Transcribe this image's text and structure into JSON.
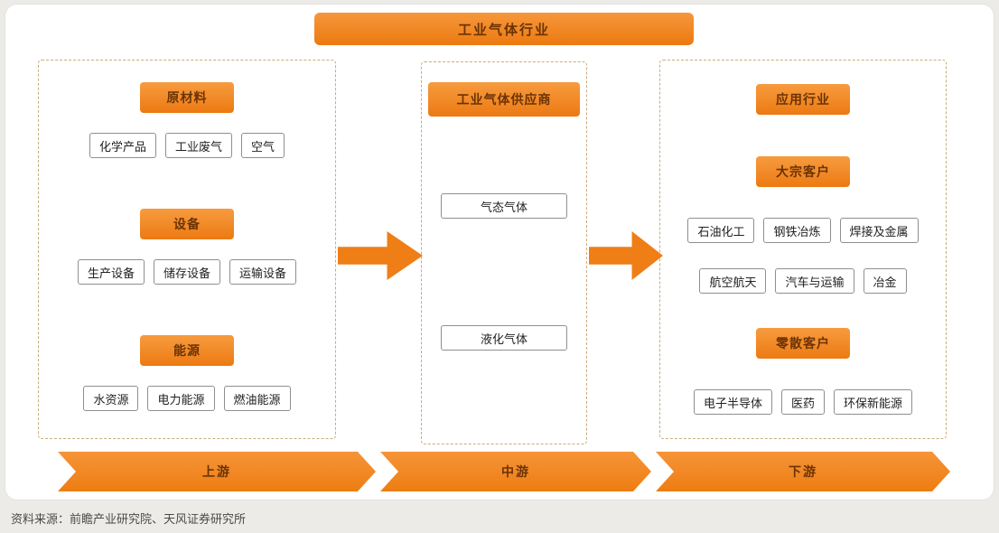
{
  "title": "工业气体行业",
  "accent_color": "#EE7D15",
  "upstream": {
    "groups": [
      {
        "header": "原材料",
        "items": [
          "化学产品",
          "工业废气",
          "空气"
        ]
      },
      {
        "header": "设备",
        "items": [
          "生产设备",
          "储存设备",
          "运输设备"
        ]
      },
      {
        "header": "能源",
        "items": [
          "水资源",
          "电力能源",
          "燃油能源"
        ]
      }
    ]
  },
  "midstream": {
    "header": "工业气体供应商",
    "items": [
      "气态气体",
      "液化气体"
    ]
  },
  "downstream": {
    "header": "应用行业",
    "groups": [
      {
        "header": "大宗客户",
        "rows": [
          [
            "石油化工",
            "钢铁冶炼",
            "焊接及金属"
          ],
          [
            "航空航天",
            "汽车与运输",
            "冶金"
          ]
        ]
      },
      {
        "header": "零散客户",
        "rows": [
          [
            "电子半导体",
            "医药",
            "环保新能源"
          ]
        ]
      }
    ]
  },
  "stages": [
    "上游",
    "中游",
    "下游"
  ],
  "source": "资料来源：前瞻产业研究院、天风证券研究所"
}
